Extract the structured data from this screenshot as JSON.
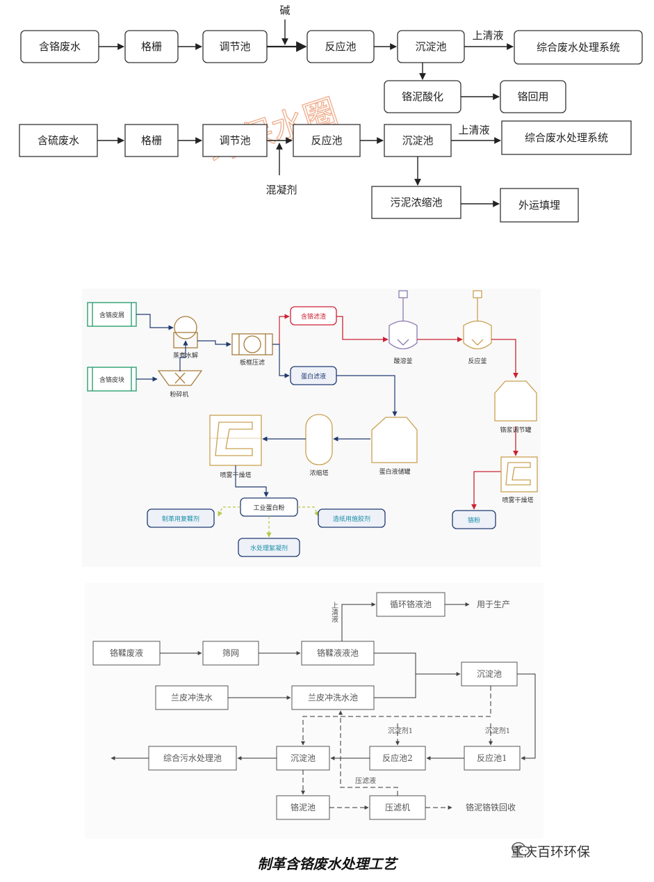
{
  "diagram1": {
    "chrome_line": {
      "boxes": [
        "含铬废水",
        "格栅",
        "调节池",
        "反应池",
        "沉淀池",
        "综合废水处理系统",
        "铬泥酸化",
        "铬回用"
      ],
      "labels": {
        "base": "碱",
        "supernatant": "上清液"
      }
    },
    "sulfur_line": {
      "boxes": [
        "含硫废水",
        "格栅",
        "调节池",
        "反应池",
        "沉淀池",
        "综合废水处理系统",
        "污泥浓缩池",
        "外运填埋"
      ],
      "labels": {
        "coagulant": "混凝剂",
        "supernatant": "上清液"
      }
    },
    "watermark": "环保水圈"
  },
  "diagram2": {
    "nodes": {
      "scraps": "含铬皮屑",
      "blocks": "含铬皮块",
      "hydrolysis": "蒸煮水解",
      "crusher": "粉碎机",
      "filter_press": "板框压滤",
      "chrome_filtrate": "含铬滤渣",
      "protein_filtrate": "蛋白滤液",
      "acid_tank": "酸溶釜",
      "reactor": "反应釜",
      "chrome_tank": "铬浆调节罐",
      "protein_tank": "蛋白液储罐",
      "concentrator": "浓缩塔",
      "spray_dryer_1": "喷雾干燥塔",
      "spray_dryer_2": "喷雾干燥塔",
      "industrial_protein": "工业蛋白粉",
      "chrome_powder": "铬粉",
      "leather_agent": "制革用复鞣剂",
      "paper_agent": "造纸用施胶剂",
      "water_agent": "水处理絮凝剂"
    }
  },
  "diagram3": {
    "nodes": {
      "chrome_liquor": "铬鞣废液",
      "screen": "筛网",
      "tan_tank": "铬鞣液液池",
      "rinse_water": "兰皮冲洗水",
      "rinse_tank": "兰皮冲洗水池",
      "recycle_tank": "循环铬液池",
      "production": "用于生产",
      "sedimentation": "沉淀池",
      "reaction1": "反应池1",
      "reaction2": "反应池2",
      "settle_tank": "沉淀池",
      "treatment": "综合污水处理池",
      "sludge_tank": "铬泥池",
      "press": "压滤机",
      "recovery": "铬泥铬铁回收"
    },
    "labels": {
      "supernatant": "上清液",
      "precip1": "沉淀剂1",
      "precip2": "沉淀剂1",
      "filtrate": "压滤液"
    }
  },
  "caption": "制革含铬废水处理工艺",
  "brand": "重庆百环环保"
}
